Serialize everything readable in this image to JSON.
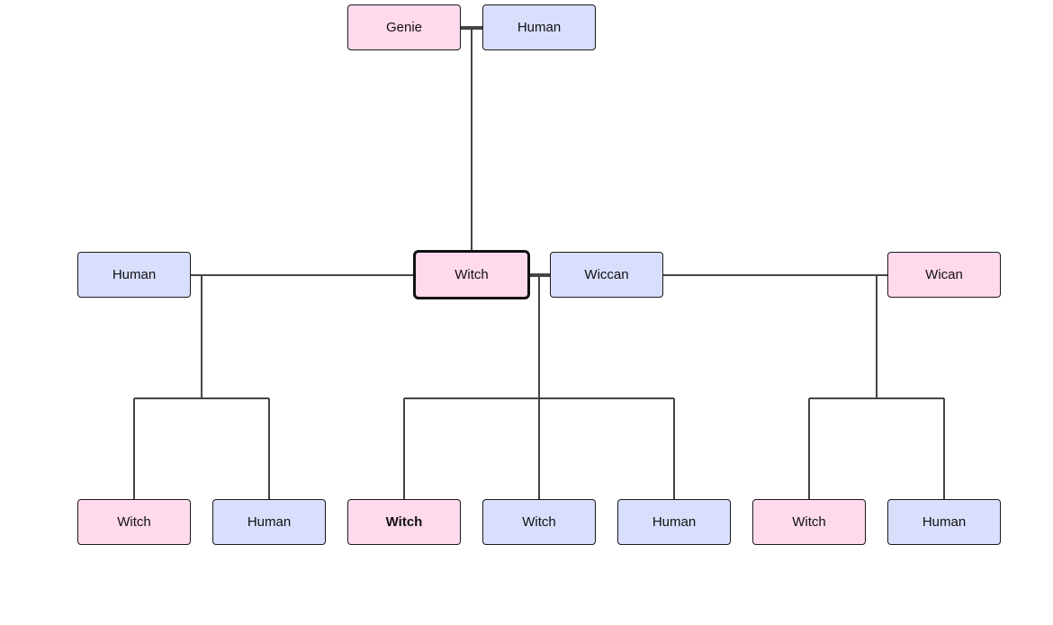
{
  "parents": {
    "mother": "Genie",
    "father": "Human"
  },
  "main": {
    "left_spouse": "Human",
    "person": "Witch",
    "right_spouse": "Wiccan",
    "far_right": "Wican"
  },
  "children_left": [
    "Witch",
    "Human"
  ],
  "children_center": [
    "Witch",
    "Witch",
    "Human"
  ],
  "children_right": [
    "Witch",
    "Human"
  ],
  "colors": {
    "female": "#ffd9ec",
    "male": "#d8defc",
    "line": "#444444"
  }
}
